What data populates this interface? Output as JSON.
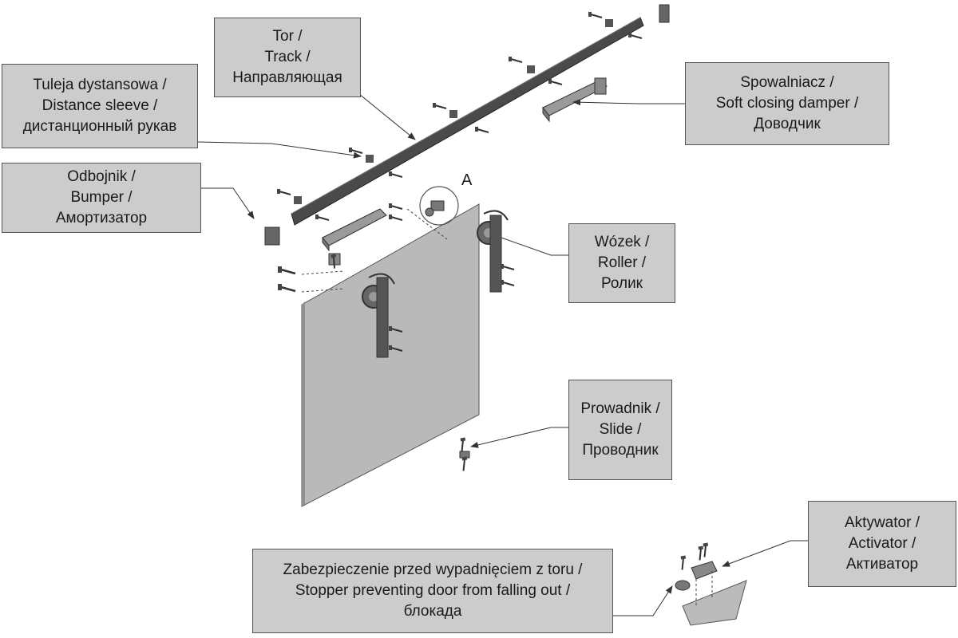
{
  "colors": {
    "background": "#ffffff",
    "callout_fill": "#cccccc",
    "callout_border": "#555555",
    "text": "#1a1a1a",
    "track": "#4a4a4a",
    "door_panel": "#b9b9b9",
    "hardware": "#6a6a6a"
  },
  "detail_marker": "A",
  "callouts": {
    "track": [
      "Tor /",
      "Track /",
      "Направляющая"
    ],
    "distance_sleeve": [
      "Tuleja dystansowa /",
      "Distance sleeve /",
      "дистанционный рукав"
    ],
    "bumper": [
      "Odbojnik /",
      "Bumper /",
      "Амортизатор"
    ],
    "damper": [
      "Spowalniacz /",
      "Soft closing damper /",
      "Доводчик"
    ],
    "roller": [
      "Wózek /",
      "Roller /",
      "Ролик"
    ],
    "slide": [
      "Prowadnik /",
      "Slide /",
      "Проводник"
    ],
    "activator": [
      "Aktywator /",
      "Activator /",
      "Активатор"
    ],
    "stopper": [
      "Zabezpieczenie przed wypadnięciem z toru /",
      "Stopper preventing door from falling out /",
      "блокада"
    ]
  }
}
